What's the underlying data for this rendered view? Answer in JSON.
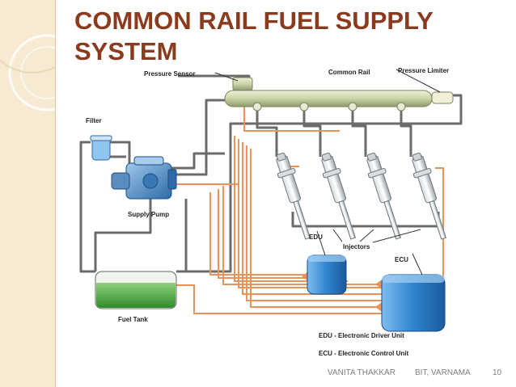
{
  "slide": {
    "title_line1": "COMMON RAIL FUEL SUPPLY",
    "title_line2": "SYSTEM",
    "footer_author": "VANITA THAKKAR",
    "footer_institution": "BIT,  VARNAMA",
    "footer_page": "10"
  },
  "diagram": {
    "labels": {
      "pressure_sensor": "Pressure Sensor",
      "common_rail": "Common Rail",
      "pressure_limiter": "Pressure Limiter",
      "filter": "Filter",
      "supply_pump": "Supply Pump",
      "edu": "EDU",
      "injectors": "Injectors",
      "ecu": "ECU",
      "fuel_tank": "Fuel Tank"
    },
    "legend": {
      "edu": "EDU - Electronic Driver Unit",
      "ecu": "ECU - Electronic Control Unit"
    },
    "colors": {
      "title": "#8b3a1e",
      "sidebar": "#f6ead2",
      "fuel_line": "#6b6b6b",
      "signal_wire": "#e8935a",
      "rail": "#c9d3a6",
      "control_unit": "#2f84d0",
      "fuel": "#4caa3c"
    }
  }
}
